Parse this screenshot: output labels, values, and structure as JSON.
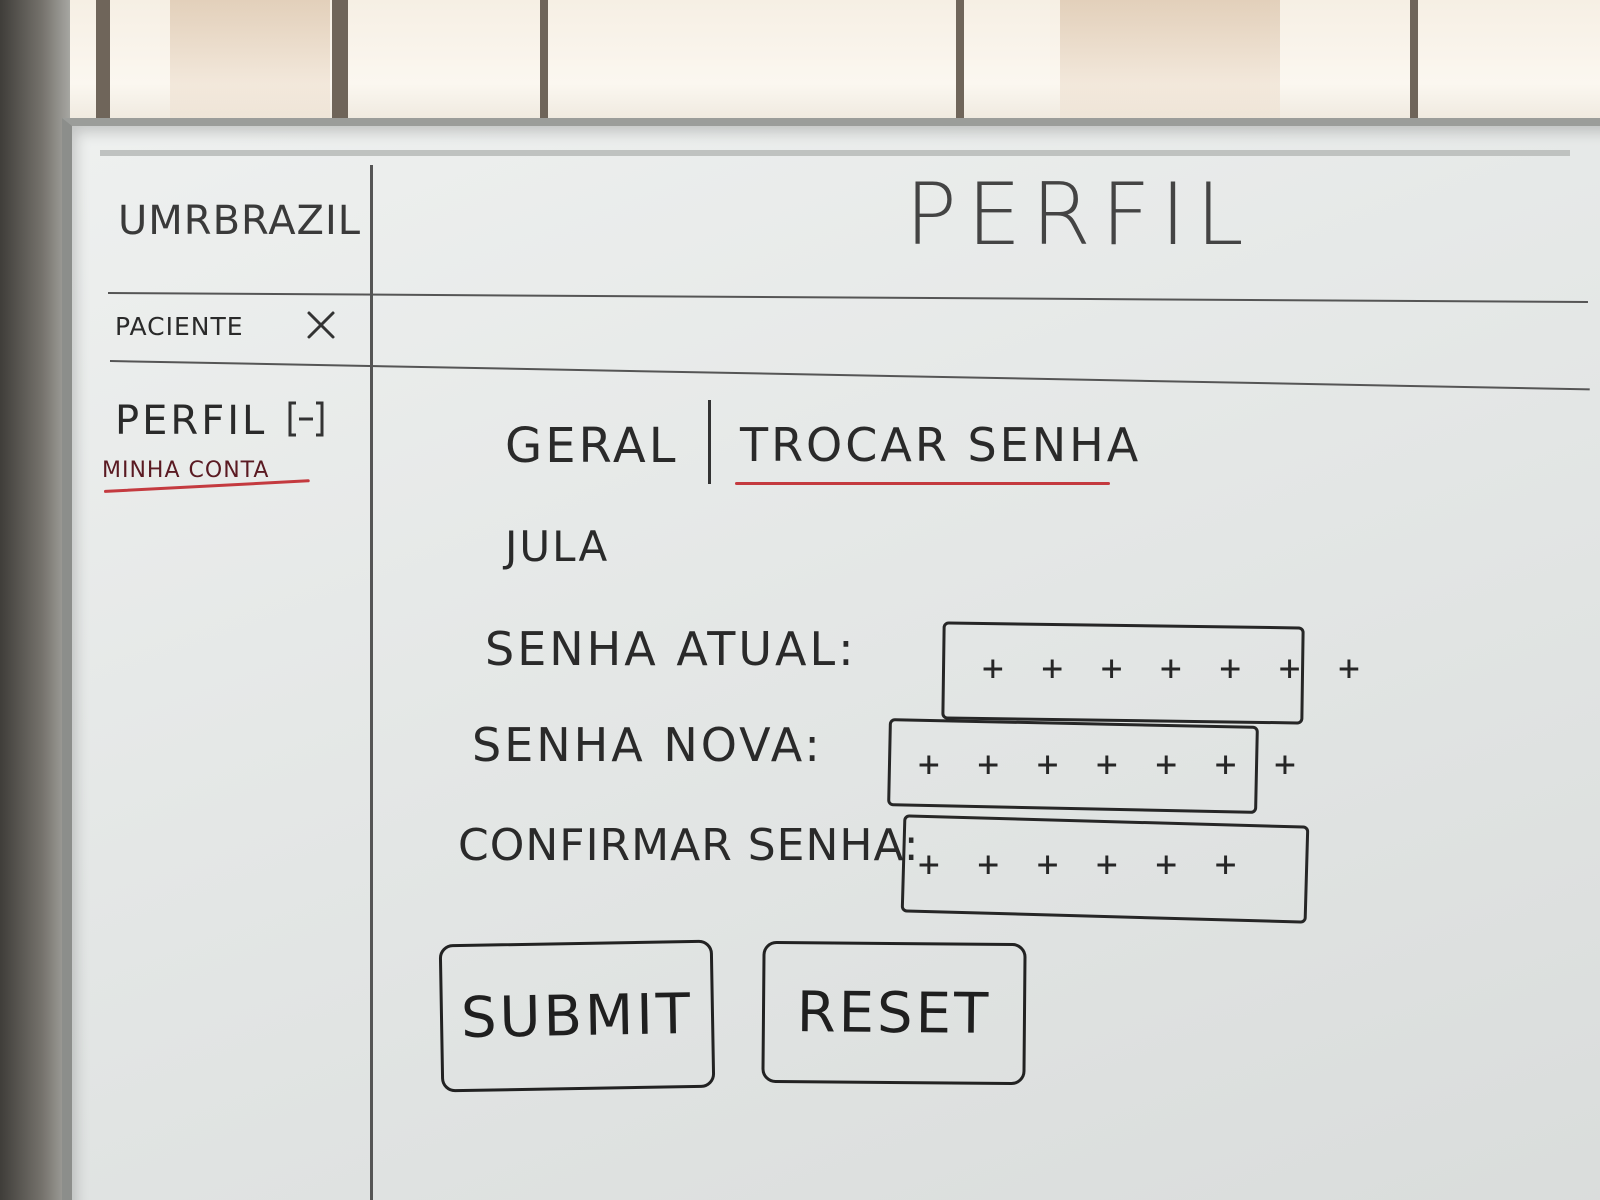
{
  "app": {
    "logo_text": "UMRBRAZIL",
    "page_title": "PERFIL"
  },
  "sidebar": {
    "open_tab_label": "PACIENTE",
    "close_icon": "close-icon",
    "section_label": "PERFIL",
    "collapse_icon": "collapse-minus-icon",
    "active_item_label": "MINHA CONTA"
  },
  "tabs": [
    {
      "label": "GERAL",
      "active": false
    },
    {
      "label": "TROCAR SENHA",
      "active": true
    }
  ],
  "form": {
    "user_name": "JULA",
    "fields": [
      {
        "label": "SENHA ATUAL:",
        "value": "+ + + + + + +"
      },
      {
        "label": "SENHA NOVA:",
        "value": "+ + + + + + +"
      },
      {
        "label": "CONFIRMAR SENHA:",
        "value": "+ + + + + +"
      }
    ],
    "submit_label": "SUBMIT",
    "reset_label": "RESET"
  },
  "colors": {
    "marker": "#262626",
    "accent_underline": "#c43a3f",
    "board": "#e6e9e8"
  }
}
